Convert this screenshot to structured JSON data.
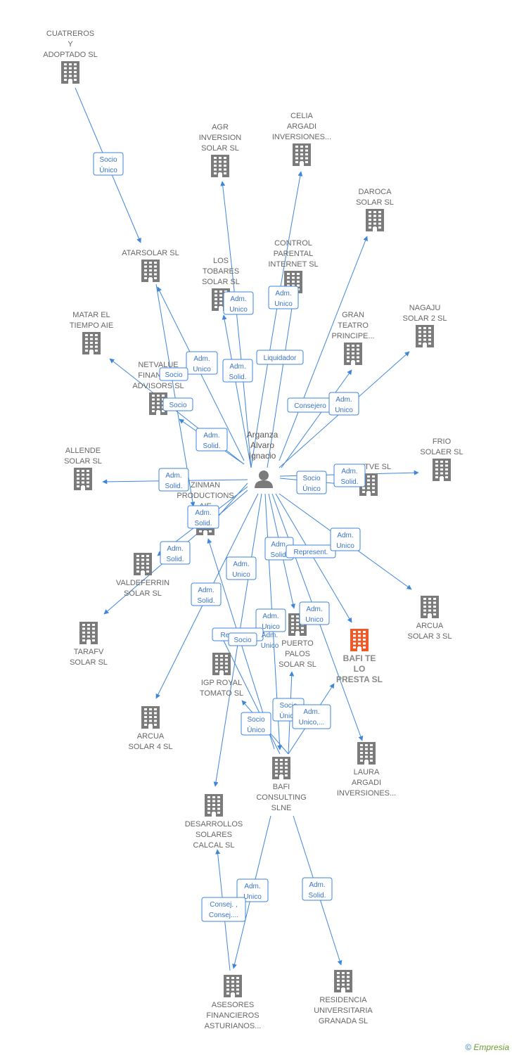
{
  "center": {
    "name": "Arganza Alvaro Ignacio",
    "lines": [
      "Arganza",
      "Alvaro",
      "Ignacio"
    ]
  },
  "colors": {
    "edge": "#3f86d8",
    "building": "#7b7b7b",
    "highlight": "#ef5a2a",
    "label": "#666666"
  },
  "nodes": [
    {
      "id": "cuatreros",
      "lines": [
        "CUATREROS",
        "Y",
        "ADOPTADO  SL"
      ],
      "icon": "building-icon"
    },
    {
      "id": "agr",
      "lines": [
        "AGR",
        "INVERSION",
        "SOLAR SL"
      ],
      "icon": "building-icon"
    },
    {
      "id": "celia",
      "lines": [
        "CELIA",
        "ARGADI",
        "INVERSIONES..."
      ],
      "icon": "building-icon"
    },
    {
      "id": "daroca",
      "lines": [
        "DAROCA",
        "SOLAR SL"
      ],
      "icon": "building-icon"
    },
    {
      "id": "atarsolar",
      "lines": [
        "ATARSOLAR SL"
      ],
      "icon": "building-icon"
    },
    {
      "id": "tobares",
      "lines": [
        "LOS",
        "TOBARES",
        "SOLAR SL"
      ],
      "icon": "building-icon"
    },
    {
      "id": "control",
      "lines": [
        "CONTROL",
        "PARENTAL",
        "INTERNET  SL"
      ],
      "icon": "building-icon"
    },
    {
      "id": "matar",
      "lines": [
        "MATAR EL",
        "TIEMPO  AIE"
      ],
      "icon": "building-icon"
    },
    {
      "id": "gran",
      "lines": [
        "GRAN",
        "TEATRO",
        "PRINCIPE..."
      ],
      "icon": "building-icon"
    },
    {
      "id": "nagaju",
      "lines": [
        "NAGAJU",
        "SOLAR 2 SL"
      ],
      "icon": "building-icon"
    },
    {
      "id": "netvalue",
      "lines": [
        "NETVALUE",
        "FINANCIAL",
        "ADVISORS  SL"
      ],
      "icon": "building-icon"
    },
    {
      "id": "frio",
      "lines": [
        "FRIO",
        "SOLAER SL"
      ],
      "icon": "building-icon"
    },
    {
      "id": "allende",
      "lines": [
        "ALLENDE",
        "SOLAR SL"
      ],
      "icon": "building-icon"
    },
    {
      "id": "ucetve",
      "lines": [
        "UC ETVE SL"
      ],
      "icon": "building-icon"
    },
    {
      "id": "zinman",
      "lines": [
        "ZINMAN",
        "PRODUCTIONS",
        "AIE"
      ],
      "icon": "building-icon"
    },
    {
      "id": "valdeferrin",
      "lines": [
        "VALDEFERRIN",
        "SOLAR SL"
      ],
      "icon": "building-icon"
    },
    {
      "id": "tarafv",
      "lines": [
        "TARAFV",
        "SOLAR SL"
      ],
      "icon": "building-icon"
    },
    {
      "id": "arcua3",
      "lines": [
        "ARCUA",
        "SOLAR 3 SL"
      ],
      "icon": "building-icon"
    },
    {
      "id": "puerto",
      "lines": [
        "PUERTO",
        "PALOS",
        "SOLAR SL"
      ],
      "icon": "building-icon"
    },
    {
      "id": "bafite",
      "lines": [
        "BAFI TE",
        "LO",
        "PRESTA  SL"
      ],
      "icon": "building-icon",
      "highlight": true
    },
    {
      "id": "igp",
      "lines": [
        "IGP ROYAL",
        "TOMATO  SL"
      ],
      "icon": "building-icon"
    },
    {
      "id": "arcua4",
      "lines": [
        "ARCUA",
        "SOLAR 4 SL"
      ],
      "icon": "building-icon"
    },
    {
      "id": "laura",
      "lines": [
        "LAURA",
        "ARGADI",
        "INVERSIONES..."
      ],
      "icon": "building-icon"
    },
    {
      "id": "bafi",
      "lines": [
        "BAFI",
        "CONSULTING",
        "SLNE"
      ],
      "icon": "building-icon"
    },
    {
      "id": "desarrollos",
      "lines": [
        "DESARROLLOS",
        "SOLARES",
        "CALCAL SL"
      ],
      "icon": "building-icon"
    },
    {
      "id": "asesores",
      "lines": [
        "ASESORES",
        "FINANCIEROS",
        "ASTURIANOS..."
      ],
      "icon": "building-icon"
    },
    {
      "id": "residencia",
      "lines": [
        "RESIDENCIA",
        "UNIVERSITARIA",
        "GRANADA  SL"
      ],
      "icon": "building-icon"
    }
  ],
  "edge_labels": [
    {
      "lines": [
        "Socio",
        "Único"
      ]
    },
    {
      "lines": [
        "Adm.",
        "Unico"
      ]
    },
    {
      "lines": [
        "Adm.",
        "Unico"
      ]
    },
    {
      "lines": [
        "Adm.",
        "Solid."
      ]
    },
    {
      "lines": [
        "Liquidador"
      ]
    },
    {
      "lines": [
        "Adm.",
        "Solid."
      ]
    },
    {
      "lines": [
        "Adm.",
        "Unico"
      ]
    },
    {
      "lines": [
        "Socio"
      ]
    },
    {
      "lines": [
        "Socio"
      ]
    },
    {
      "lines": [
        "Consejero"
      ]
    },
    {
      "lines": [
        "Adm.",
        "Unico"
      ]
    },
    {
      "lines": [
        "Adm.",
        "Solid."
      ]
    },
    {
      "lines": [
        "Adm.",
        "Solid."
      ]
    },
    {
      "lines": [
        "Socio",
        "Único"
      ]
    },
    {
      "lines": [
        "Adm.",
        "Solid."
      ]
    },
    {
      "lines": [
        "Adm.",
        "Solid."
      ]
    },
    {
      "lines": [
        "Adm.",
        "Solid."
      ]
    },
    {
      "lines": [
        "Adm.",
        "Unico"
      ]
    },
    {
      "lines": [
        "Adm.",
        "Solid."
      ]
    },
    {
      "lines": [
        "Represent."
      ]
    },
    {
      "lines": [
        "Adm.",
        "Unico"
      ]
    },
    {
      "lines": [
        "Adm.",
        "Unico"
      ]
    },
    {
      "lines": [
        "Adm.",
        "Unico"
      ]
    },
    {
      "lines": [
        "Adm.",
        "Unico"
      ]
    },
    {
      "lines": [
        "Represent."
      ]
    },
    {
      "lines": [
        "Socio"
      ]
    },
    {
      "lines": [
        "Socio",
        "Único"
      ]
    },
    {
      "lines": [
        "Socio",
        "Único"
      ]
    },
    {
      "lines": [
        "Adm.",
        "Unico,..."
      ]
    },
    {
      "lines": [
        "Adm.",
        "Unico"
      ]
    },
    {
      "lines": [
        "Consej. ,",
        "Consej...."
      ]
    },
    {
      "lines": [
        "Adm.",
        "Solid."
      ]
    }
  ],
  "footer": {
    "copyright_symbol": "©",
    "brand": "Empresia"
  }
}
